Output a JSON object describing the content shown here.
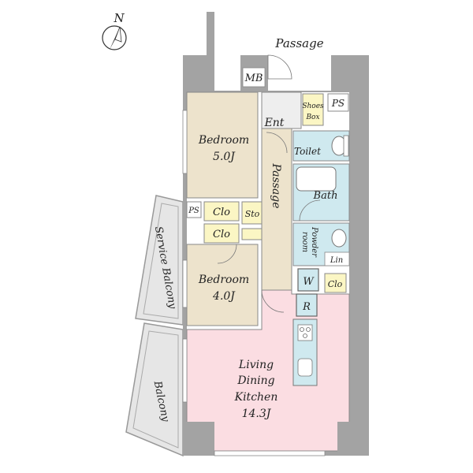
{
  "compass": {
    "letter": "N"
  },
  "outside": {
    "passage": "Passage"
  },
  "rooms": {
    "bedroom1": {
      "name": "Bedroom",
      "size": "5.0J"
    },
    "bedroom2": {
      "name": "Bedroom",
      "size": "4.0J"
    },
    "ldk": {
      "line1": "Living",
      "line2": "Dining",
      "line3": "Kitchen",
      "size": "14.3J"
    },
    "entrance": "Ent",
    "passage": "Passage",
    "toilet": "Toilet",
    "bath": "Bath",
    "powder_room": {
      "line1": "Powder",
      "line2": "room"
    },
    "linen": "Lin",
    "washer": "W",
    "fridge": "R",
    "meter_box": "MB",
    "shoes_box": {
      "line1": "Shoes",
      "line2": "Box"
    },
    "ps_top": "PS",
    "ps_left": "PS",
    "closet1": "Clo",
    "closet2": "Clo",
    "closet3": "Clo",
    "storage": "Sto",
    "service_balcony": "Service Balcony",
    "balcony": "Balcony"
  },
  "colors": {
    "wall": "#a3a3a3",
    "bedroom": "#ede3cc",
    "wet_area": "#cfe9ef",
    "ldk": "#fbdde2",
    "closet": "#fbf6c4",
    "balcony": "#e6e6e6"
  }
}
